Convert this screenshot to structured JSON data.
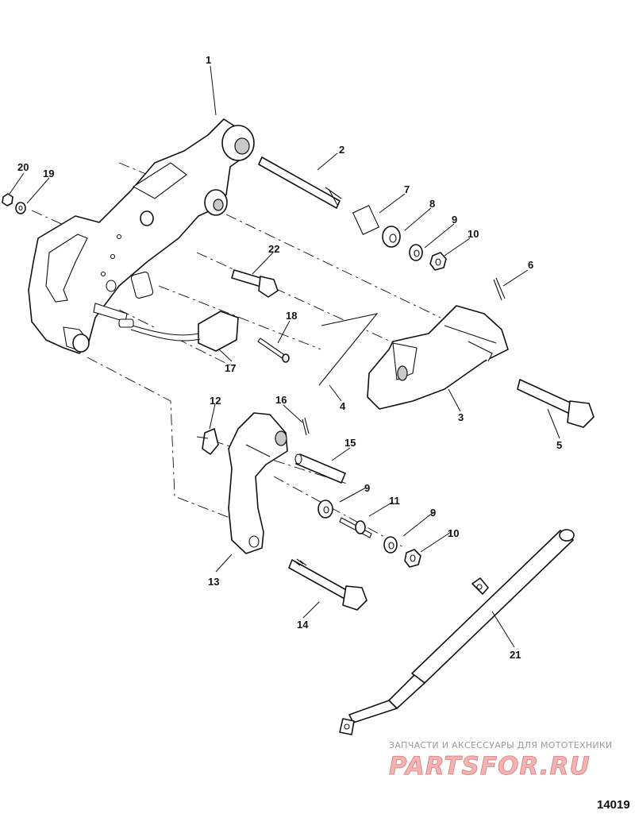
{
  "diagram": {
    "figure_number": "14019",
    "callouts": [
      {
        "id": "1",
        "label": "1"
      },
      {
        "id": "2",
        "label": "2"
      },
      {
        "id": "3",
        "label": "3"
      },
      {
        "id": "4",
        "label": "4"
      },
      {
        "id": "5",
        "label": "5"
      },
      {
        "id": "6",
        "label": "6"
      },
      {
        "id": "7",
        "label": "7"
      },
      {
        "id": "8",
        "label": "8"
      },
      {
        "id": "9a",
        "label": "9"
      },
      {
        "id": "10a",
        "label": "10"
      },
      {
        "id": "11",
        "label": "11"
      },
      {
        "id": "9b",
        "label": "9"
      },
      {
        "id": "10b",
        "label": "10"
      },
      {
        "id": "12",
        "label": "12"
      },
      {
        "id": "13",
        "label": "13"
      },
      {
        "id": "14",
        "label": "14"
      },
      {
        "id": "15",
        "label": "15"
      },
      {
        "id": "9c",
        "label": "9"
      },
      {
        "id": "16",
        "label": "16"
      },
      {
        "id": "17",
        "label": "17"
      },
      {
        "id": "18",
        "label": "18"
      },
      {
        "id": "19",
        "label": "19"
      },
      {
        "id": "20",
        "label": "20"
      },
      {
        "id": "21",
        "label": "21"
      },
      {
        "id": "22",
        "label": "22"
      }
    ]
  },
  "watermark": {
    "subtitle": "ЗАПЧАСТИ И АКСЕССУАРЫ ДЛЯ МОТОТЕХНИКИ",
    "brand": "PARTSFOR.RU",
    "brand_color": "#e07a7a"
  }
}
